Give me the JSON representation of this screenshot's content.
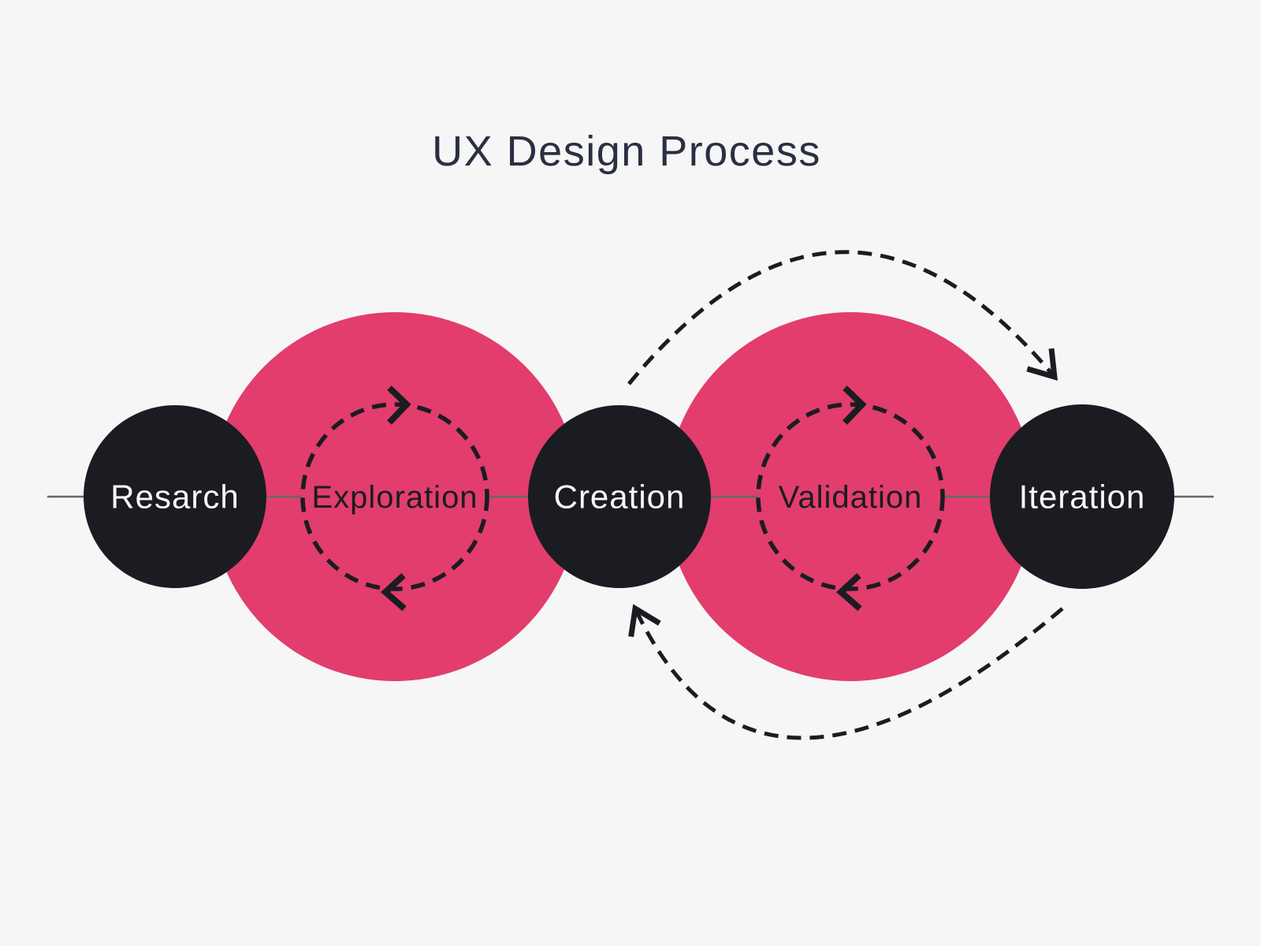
{
  "title": "UX Design Process",
  "stages": [
    {
      "label": "Resarch",
      "kind": "milestone-node"
    },
    {
      "label": "Exploration",
      "kind": "iterative-loop"
    },
    {
      "label": "Creation",
      "kind": "milestone-node"
    },
    {
      "label": "Validation",
      "kind": "iterative-loop"
    },
    {
      "label": "Iteration",
      "kind": "milestone-node"
    }
  ],
  "colors": {
    "background": "#f6f6f7",
    "accent_pink": "#e23d6d",
    "node_dark": "#1b1c22",
    "title_text": "#2a2f42",
    "axis_line": "#66676c",
    "label_on_dark": "#f8f8f8"
  }
}
